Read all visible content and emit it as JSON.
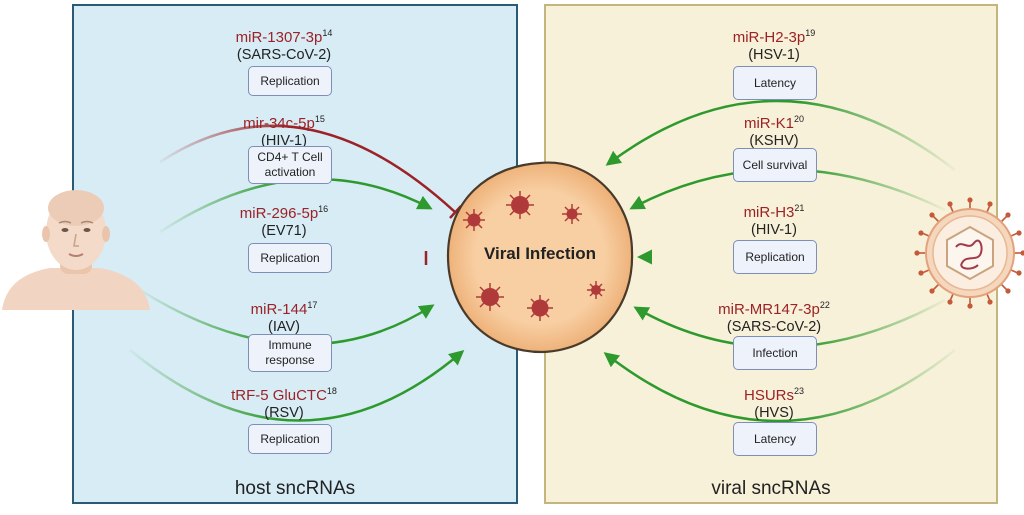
{
  "host": {
    "title": "host sncRNAs",
    "items": [
      {
        "name": "miR-1307-3p",
        "ref": "14",
        "virus": "(SARS-CoV-2)",
        "effect": "Replication",
        "type": "inhibit"
      },
      {
        "name": "mir-34c-5p",
        "ref": "15",
        "virus": "(HIV-1)",
        "effect": "CD4+ T Cell activation",
        "type": "promote"
      },
      {
        "name": "miR-296-5p",
        "ref": "16",
        "virus": "(EV71)",
        "effect": "Replication",
        "type": "inhibit"
      },
      {
        "name": "miR-144",
        "ref": "17",
        "virus": "(IAV)",
        "effect": "Immune response",
        "type": "promote"
      },
      {
        "name": "tRF-5 GluCTC",
        "ref": "18",
        "virus": "(RSV)",
        "effect": "Replication",
        "type": "promote"
      }
    ]
  },
  "viral": {
    "title": "viral sncRNAs",
    "items": [
      {
        "name": "miR-H2-3p",
        "ref": "19",
        "virus": "(HSV-1)",
        "effect": "Latency",
        "type": "promote"
      },
      {
        "name": "miR-K1",
        "ref": "20",
        "virus": "(KSHV)",
        "effect": "Cell survival",
        "type": "promote"
      },
      {
        "name": "miR-H3",
        "ref": "21",
        "virus": "(HIV-1)",
        "effect": "Replication",
        "type": "promote"
      },
      {
        "name": "miR-MR147-3p",
        "ref": "22",
        "virus": "(SARS-CoV-2)",
        "effect": "Infection",
        "type": "promote"
      },
      {
        "name": "HSURs",
        "ref": "23",
        "virus": "(HVS)",
        "effect": "Latency",
        "type": "promote"
      }
    ]
  },
  "center": {
    "label": "Viral Infection"
  },
  "colors": {
    "promote": "#2e9a2e",
    "inhibit": "#9b2226",
    "host_panel": "#d7ecf5",
    "viral_panel": "#f8f1d9",
    "cell_fill": "#f6c899",
    "virion": "#b03a3a"
  },
  "icons": {
    "human": "human-figure-icon",
    "virus": "virus-particle-icon",
    "virion": "virion-icon"
  }
}
